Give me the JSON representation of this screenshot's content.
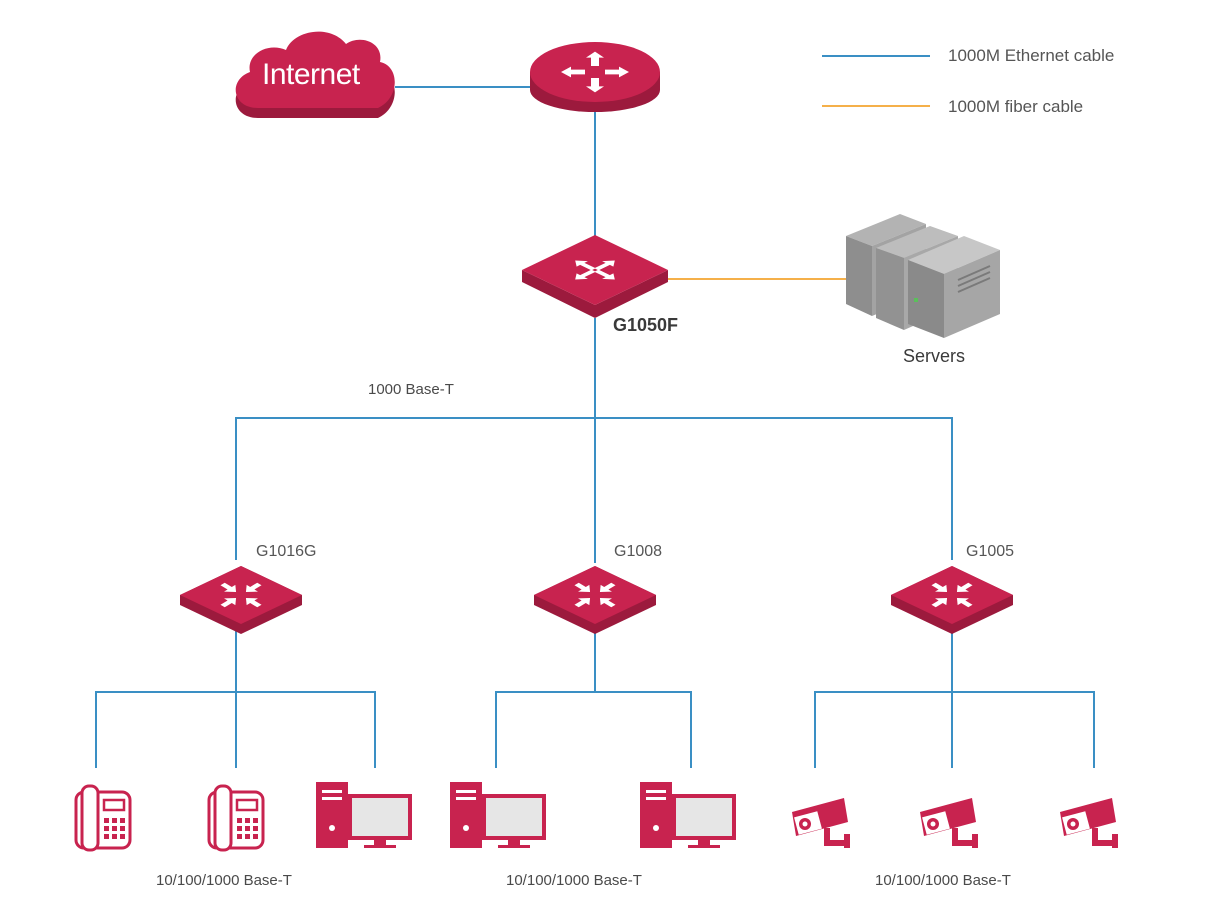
{
  "legend": {
    "ethernet_label": "1000M Ethernet cable",
    "fiber_label": "1000M fiber cable"
  },
  "colors": {
    "device": "#c8234f",
    "ethernet": "#3a8fc4",
    "fiber": "#f5b04a",
    "server": "#8e8e8e"
  },
  "internet": {
    "label": "Internet"
  },
  "core_switch": {
    "label": "G1050F"
  },
  "servers": {
    "label": "Servers"
  },
  "uplink": {
    "label": "1000 Base-T"
  },
  "access_switches": [
    {
      "label": "G1016G"
    },
    {
      "label": "G1008"
    },
    {
      "label": "G1005"
    }
  ],
  "endpoints": [
    {
      "label": "10/100/1000 Base-T"
    },
    {
      "label": "10/100/1000 Base-T"
    },
    {
      "label": "10/100/1000 Base-T"
    }
  ]
}
